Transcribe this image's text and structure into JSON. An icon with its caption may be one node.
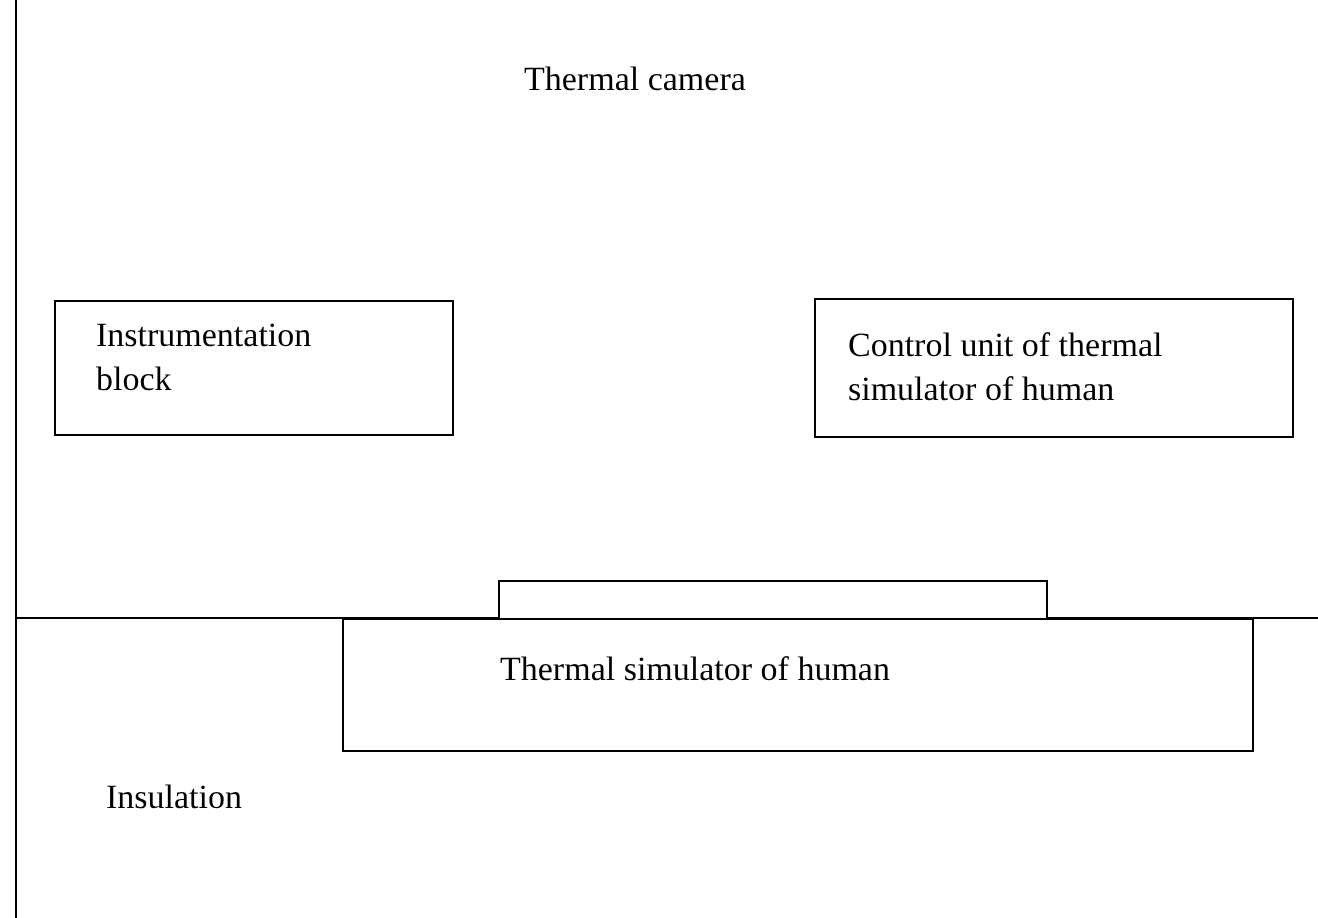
{
  "diagram": {
    "nodes": [
      {
        "text": [
          "Instrumentation block"
        ]
      },
      {
        "text": [
          "Control unit of thermal simulator of human"
        ]
      },
      {
        "text": [],
        "shape": "box"
      },
      {
        "text": [
          "Thermal simulator of human"
        ]
      }
    ],
    "edges": [],
    "labels": [
      "Thermal camera",
      "Insulation"
    ]
  }
}
